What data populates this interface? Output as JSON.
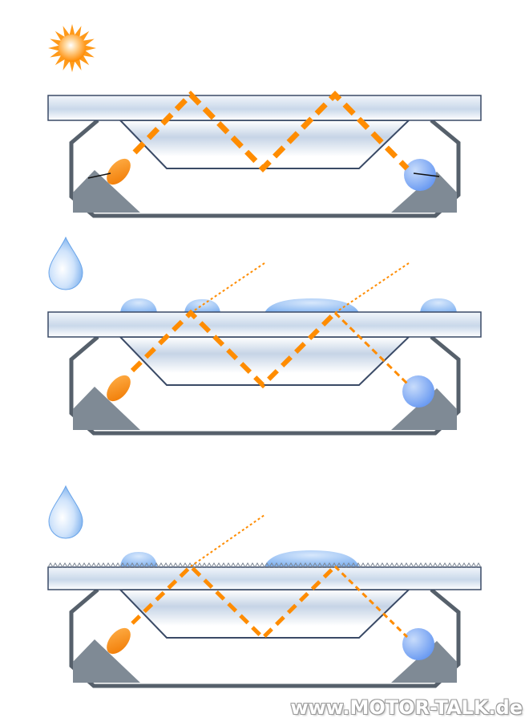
{
  "watermark": "www.MOTOR-TALK.de",
  "colors": {
    "beam": "#ff8c00",
    "housing": "#56606b",
    "housing_fill": "#7f8a95",
    "glass_edge": "#3a4a66",
    "drop": "#7fb3f0",
    "sun": "#ff9a1a"
  },
  "panels": [
    {
      "condition_icon": "sun-icon",
      "surface": "dry"
    },
    {
      "condition_icon": "water-drop-icon",
      "surface": "wet"
    },
    {
      "condition_icon": "water-drop-icon",
      "surface": "wet-wavy"
    }
  ]
}
